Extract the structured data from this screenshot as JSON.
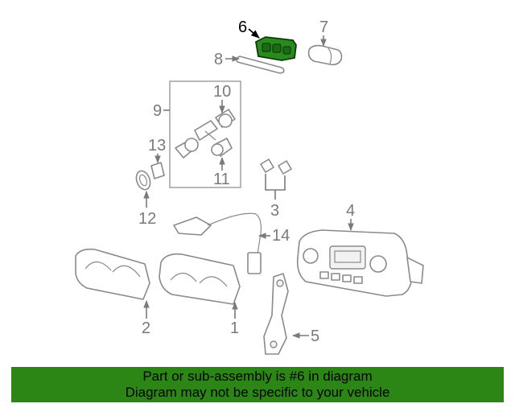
{
  "diagram": {
    "highlight_color": "#2c8616",
    "callouts": [
      "6",
      "7",
      "8",
      "9",
      "10",
      "11",
      "13",
      "12",
      "3",
      "4",
      "14",
      "2",
      "1",
      "5"
    ]
  },
  "banner": {
    "line1": "Part or sub-assembly is #6 in diagram",
    "line2": "Diagram may not be specific to your vehicle"
  }
}
